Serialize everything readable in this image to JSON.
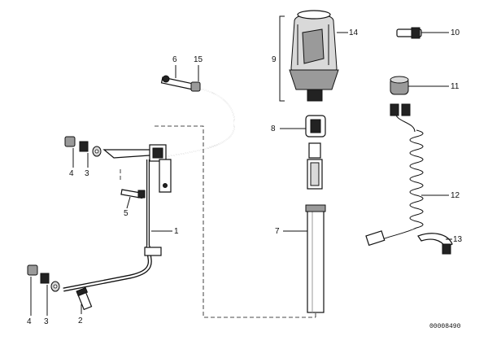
{
  "callouts": {
    "c1": "1",
    "c2": "2",
    "c3a": "3",
    "c3b": "3",
    "c4a": "4",
    "c4b": "4",
    "c5": "5",
    "c6": "6",
    "c7": "7",
    "c8": "8",
    "c9": "9",
    "c10": "10",
    "c11": "11",
    "c12": "12",
    "c13": "13",
    "c14": "14",
    "c15": "15"
  },
  "reference_number": "00008490"
}
